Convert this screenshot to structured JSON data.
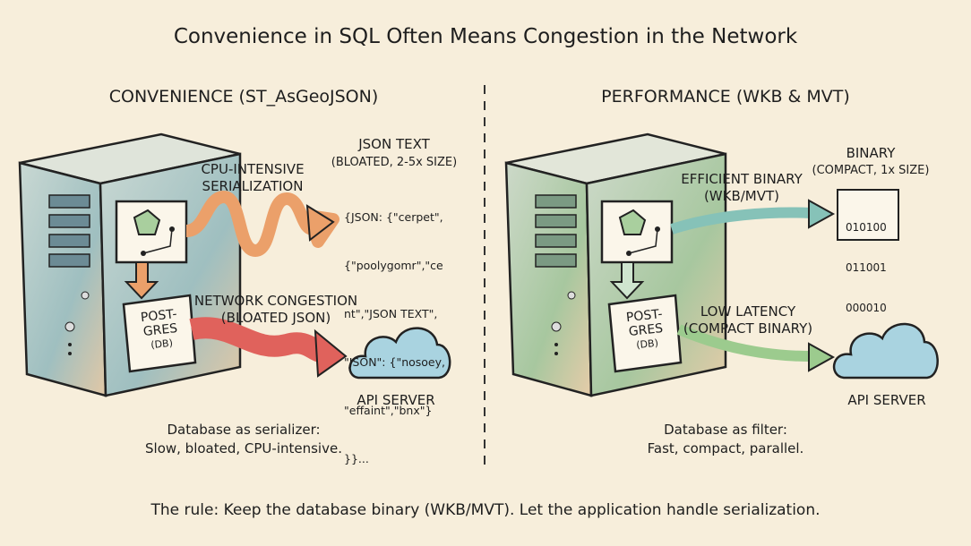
{
  "title": "Convenience in SQL Often Means Congestion in the Network",
  "left": {
    "heading": "CONVENIENCE (ST_AsGeoJSON)",
    "arrow1_label": [
      "CPU-INTENSIVE",
      "SERIALIZATION"
    ],
    "output_title": "JSON TEXT",
    "output_subtitle": "(BLOATED, 2-5x SIZE)",
    "json_lines": [
      "{JSON: {\"cerpet\",",
      "{\"poolygomr\",\"ce",
      "nt\",\"JSON TEXT\",",
      "\"JSON\": {\"nosoey,",
      "\"effaint\",\"bnx\"}",
      "}}..."
    ],
    "arrow2_label": [
      "NETWORK CONGESTION",
      "(BLOATED JSON)"
    ],
    "db_label": [
      "POST-",
      "GRES",
      "(DB)"
    ],
    "api_label": "API SERVER",
    "caption": [
      "Database as serializer:",
      "Slow, bloated, CPU-intensive."
    ]
  },
  "right": {
    "heading": "PERFORMANCE (WKB & MVT)",
    "arrow1_label": [
      "EFFICIENT BINARY",
      "(WKB/MVT)"
    ],
    "output_title": "BINARY",
    "output_subtitle": "(COMPACT, 1x SIZE)",
    "binary_lines": [
      "010100",
      "011001",
      "000010"
    ],
    "arrow2_label": [
      "LOW LATENCY",
      "(COMPACT BINARY)"
    ],
    "db_label": [
      "POST-",
      "GRES",
      "(DB)"
    ],
    "api_label": "API SERVER",
    "caption": [
      "Database as filter:",
      "Fast, compact, parallel."
    ]
  },
  "rule": "The rule: Keep the database binary (WKB/MVT).  Let the application handle serialization.",
  "colors": {
    "background": "#f7eedb",
    "orange": "#eba06a",
    "red": "#e0625c",
    "teal": "#86c2b8",
    "green": "#9ccb8e",
    "cloud": "#a9d3e0"
  }
}
